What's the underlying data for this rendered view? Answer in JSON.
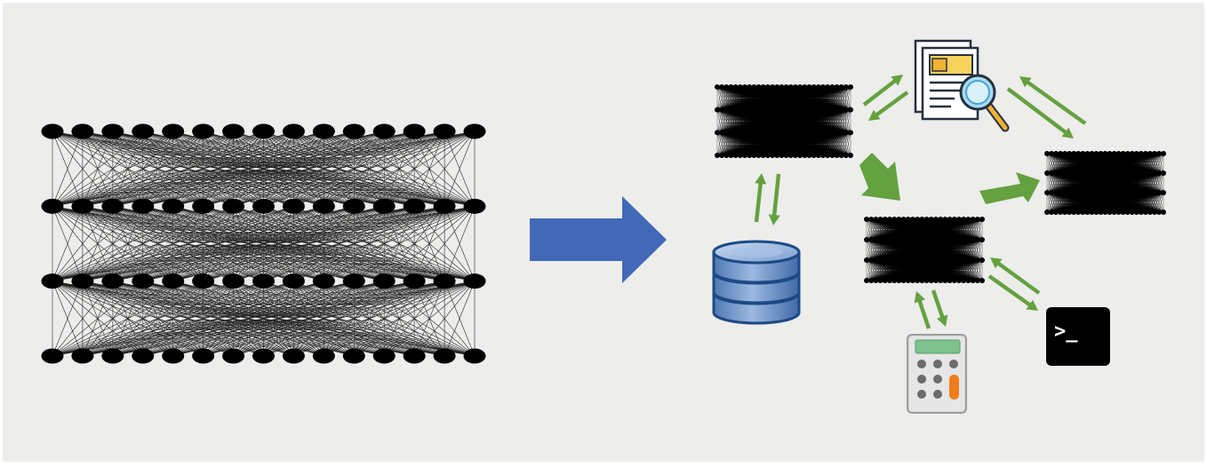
{
  "diagram": {
    "nodes": [
      {
        "id": "monolithic-network",
        "kind": "neural-network",
        "layers": 4,
        "neurons_per_layer": 15,
        "variant": "large"
      },
      {
        "id": "agent-network-a",
        "kind": "neural-network",
        "layers": 4,
        "neurons_per_layer": 30,
        "variant": "small"
      },
      {
        "id": "agent-network-b",
        "kind": "neural-network",
        "layers": 4,
        "neurons_per_layer": 26,
        "variant": "small"
      },
      {
        "id": "agent-network-c",
        "kind": "neural-network",
        "layers": 4,
        "neurons_per_layer": 27,
        "variant": "small"
      },
      {
        "id": "database",
        "kind": "tool",
        "icon": "database-icon"
      },
      {
        "id": "document-search",
        "kind": "tool",
        "icon": "document-search-icon"
      },
      {
        "id": "calculator",
        "kind": "tool",
        "icon": "calculator-icon"
      },
      {
        "id": "terminal",
        "kind": "tool",
        "icon": "terminal-icon",
        "glyph": ">_"
      }
    ],
    "edges": [
      {
        "from": "monolithic-network",
        "to": "agent-network-a",
        "style": "transform-arrow"
      },
      {
        "from": "agent-network-a",
        "to": "agent-network-b",
        "style": "flow"
      },
      {
        "from": "agent-network-b",
        "to": "agent-network-c",
        "style": "flow"
      },
      {
        "from": "agent-network-a",
        "to": "database",
        "style": "bidirectional"
      },
      {
        "from": "agent-network-a",
        "to": "document-search",
        "style": "bidirectional"
      },
      {
        "from": "document-search",
        "to": "agent-network-c",
        "style": "bidirectional"
      },
      {
        "from": "agent-network-b",
        "to": "calculator",
        "style": "bidirectional"
      },
      {
        "from": "agent-network-b",
        "to": "terminal",
        "style": "bidirectional"
      }
    ]
  },
  "colors": {
    "background": "#ededeb",
    "transform_arrow": "#4169b8",
    "flow_arrow": "#64a13f",
    "network": "#000000",
    "database_fill": "#6f93c9",
    "database_edge": "#1d4a86",
    "terminal_bg": "#000000",
    "terminal_fg": "#ffffff",
    "calculator_body": "#d9d9d9",
    "calculator_screen": "#7fc28f",
    "calculator_accent": "#f07d1a"
  }
}
